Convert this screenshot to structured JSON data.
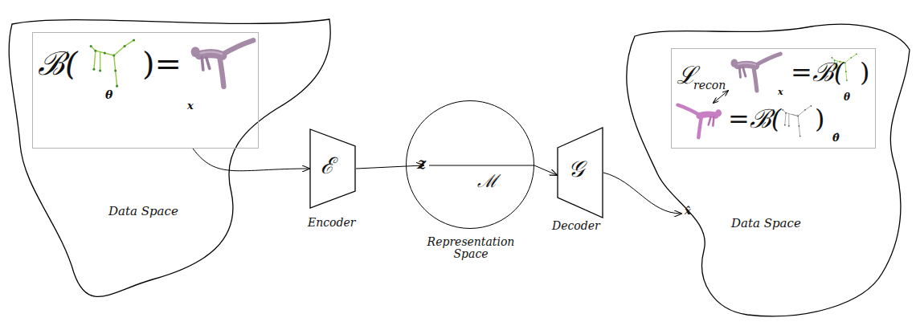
{
  "diagram": {
    "nodes": [
      {
        "text": [
          "Data Space"
        ]
      },
      {
        "text": [
          "ℬ(",
          ")=",
          "θ",
          "x"
        ],
        "in": 0
      },
      {
        "text": [
          "ℰ",
          "Encoder"
        ]
      },
      {
        "text": [
          "z",
          "ℳ",
          "Representation Space"
        ]
      },
      {
        "text": [
          "𝒢",
          "Decoder"
        ]
      },
      {
        "text": [
          "Data Space"
        ]
      },
      {
        "text": [
          "ℒ",
          "recon",
          "x",
          "=ℬ(",
          ")",
          "θ",
          "=ℬ(",
          ")",
          "θ̂"
        ],
        "in": 5
      }
    ],
    "edges": [
      {
        "from": 1,
        "to": 2,
        "arrow": "to"
      },
      {
        "from": 2,
        "to": 3,
        "arrow": "to"
      },
      {
        "from": 3,
        "to": 4,
        "arrow": "to"
      },
      {
        "from": 4,
        "to": 5,
        "arrow": "to"
      }
    ],
    "labels": [
      "x̂"
    ]
  }
}
